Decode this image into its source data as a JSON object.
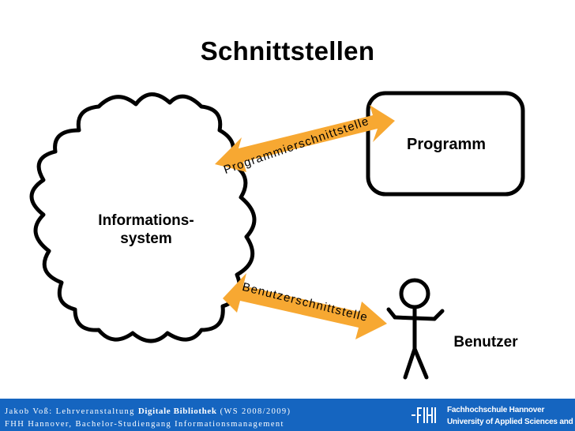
{
  "title": "Schnittstellen",
  "nodes": {
    "program": "Programm",
    "info_line1": "Informations-",
    "info_line2": "system",
    "user": "Benutzer"
  },
  "arrows": {
    "api": "Programmierschnittstelle",
    "ui": "Benutzerschnittstelle"
  },
  "colors": {
    "arrow": "#f7a832",
    "footer": "#1565c0"
  },
  "footer": {
    "line1_prefix": "Jakob Voß: Lehrveranstaltung ",
    "line1_course": "Digitale Bibliothek",
    "line1_term": " (WS 2008/2009)",
    "line2": "FHH Hannover, Bachelor-Studiengang Informationsmanagement",
    "school_line1": "Fachhochschule Hannover",
    "school_line2": "University of Applied Sciences and Arts"
  }
}
